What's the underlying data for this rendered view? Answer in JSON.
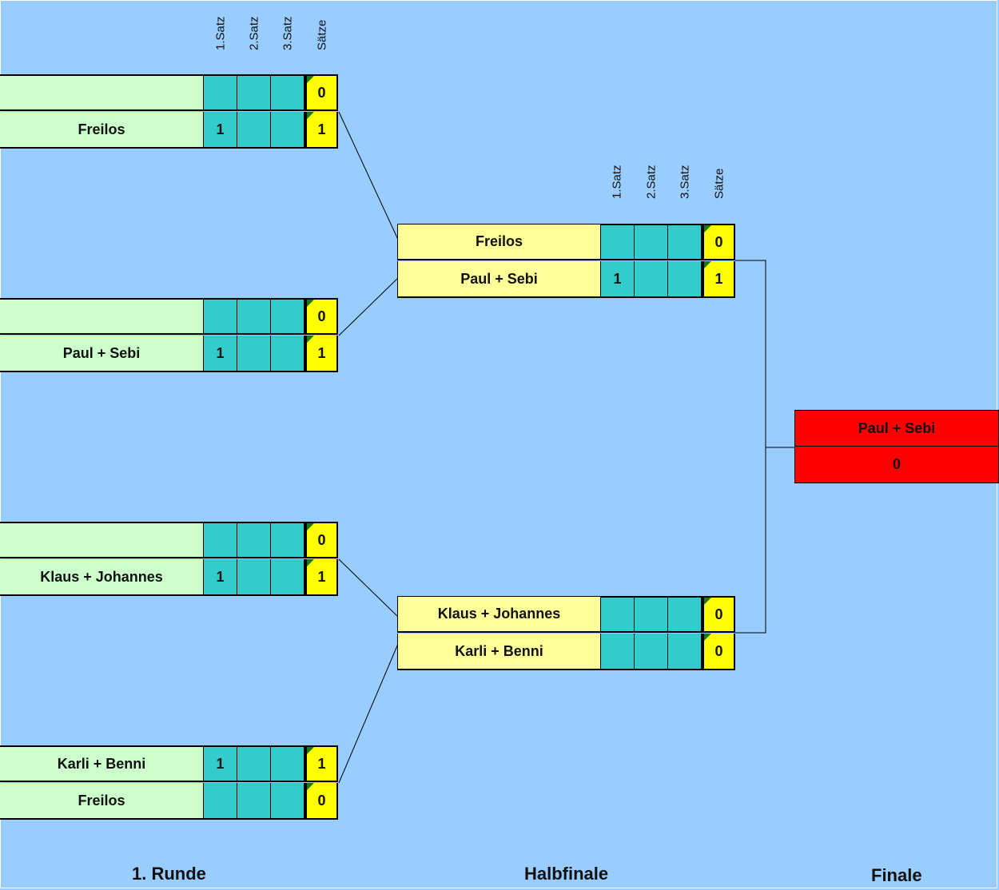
{
  "headers": [
    "1.Satz",
    "2.Satz",
    "3.Satz",
    "Sätze"
  ],
  "round_labels": {
    "r1": "1. Runde",
    "hf": "Halbfinale",
    "final": "Finale"
  },
  "r1": [
    {
      "p1": "",
      "p1_sets": [
        "",
        "",
        ""
      ],
      "p1_total": "0",
      "p2": "Freilos",
      "p2_sets": [
        "1",
        "",
        ""
      ],
      "p2_total": "1"
    },
    {
      "p1": "",
      "p1_sets": [
        "",
        "",
        ""
      ],
      "p1_total": "0",
      "p2": "Paul + Sebi",
      "p2_sets": [
        "1",
        "",
        ""
      ],
      "p2_total": "1"
    },
    {
      "p1": "",
      "p1_sets": [
        "",
        "",
        ""
      ],
      "p1_total": "0",
      "p2": "Klaus + Johannes",
      "p2_sets": [
        "1",
        "",
        ""
      ],
      "p2_total": "1"
    },
    {
      "p1": "Karli + Benni",
      "p1_sets": [
        "1",
        "",
        ""
      ],
      "p1_total": "1",
      "p2": "Freilos",
      "p2_sets": [
        "",
        "",
        ""
      ],
      "p2_total": "0"
    }
  ],
  "hf": [
    {
      "p1": "Freilos",
      "p1_sets": [
        "",
        "",
        ""
      ],
      "p1_total": "0",
      "p2": "Paul + Sebi",
      "p2_sets": [
        "1",
        "",
        ""
      ],
      "p2_total": "1"
    },
    {
      "p1": "Klaus + Johannes",
      "p1_sets": [
        "",
        "",
        ""
      ],
      "p1_total": "0",
      "p2": "Karli + Benni",
      "p2_sets": [
        "",
        "",
        ""
      ],
      "p2_total": "0"
    }
  ],
  "final": {
    "winner": "Paul + Sebi",
    "score": "0"
  },
  "colors": {
    "background": "#99ccff",
    "round1_name": "#ccffcc",
    "semifinal_name": "#ffff99",
    "set_cell": "#33cccc",
    "total_cell": "#ffff00",
    "final": "#ff0000"
  }
}
